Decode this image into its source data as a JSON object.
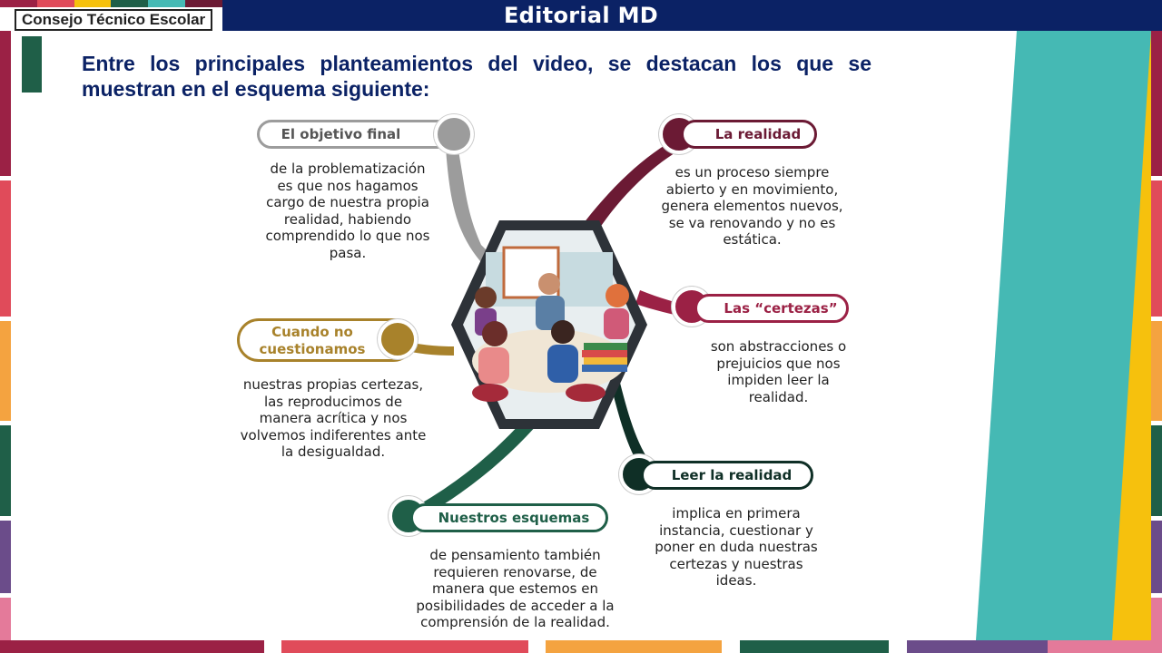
{
  "header": {
    "title": "Editorial MD",
    "logo_text": "Consejo Técnico Escolar"
  },
  "intro_text": "Entre los principales planteamientos del video, se destacan los que se muestran en el esquema siguiente:",
  "colors": {
    "navy": "#0b2265",
    "teal": "#45b9b4",
    "yellow": "#f6c10d",
    "gray": "#9c9c9c",
    "maroon": "#6b1a34",
    "crimson": "#9b2145",
    "gold": "#a8822b",
    "dark_green": "#0f2f26",
    "green": "#1f5f48"
  },
  "diagram": {
    "items": [
      {
        "label": "El objetivo final",
        "description": "de la problematización es que nos hagamos cargo de nuestra propia realidad, habiendo comprendido lo que nos pasa."
      },
      {
        "label": "La realidad",
        "description": "es un proceso siempre abierto y en movimiento, genera elementos nuevos, se va renovando y no es estática."
      },
      {
        "label": "Cuando no cuestionamos",
        "description": "nuestras propias certezas, las reproducimos de manera acrítica y nos volvemos indiferentes ante la desigualdad."
      },
      {
        "label": "Las “certezas”",
        "description": "son abstracciones o prejuicios que nos impiden leer la realidad."
      },
      {
        "label": "Leer la realidad",
        "description": "implica en primera instancia, cuestionar y poner en duda nuestras certezas y nuestras ideas."
      },
      {
        "label": "Nuestros esquemas",
        "description": "de pensamiento también requieren renovarse, de manera que estemos en posibilidades de acceder a la comprensión de la realidad."
      }
    ]
  }
}
